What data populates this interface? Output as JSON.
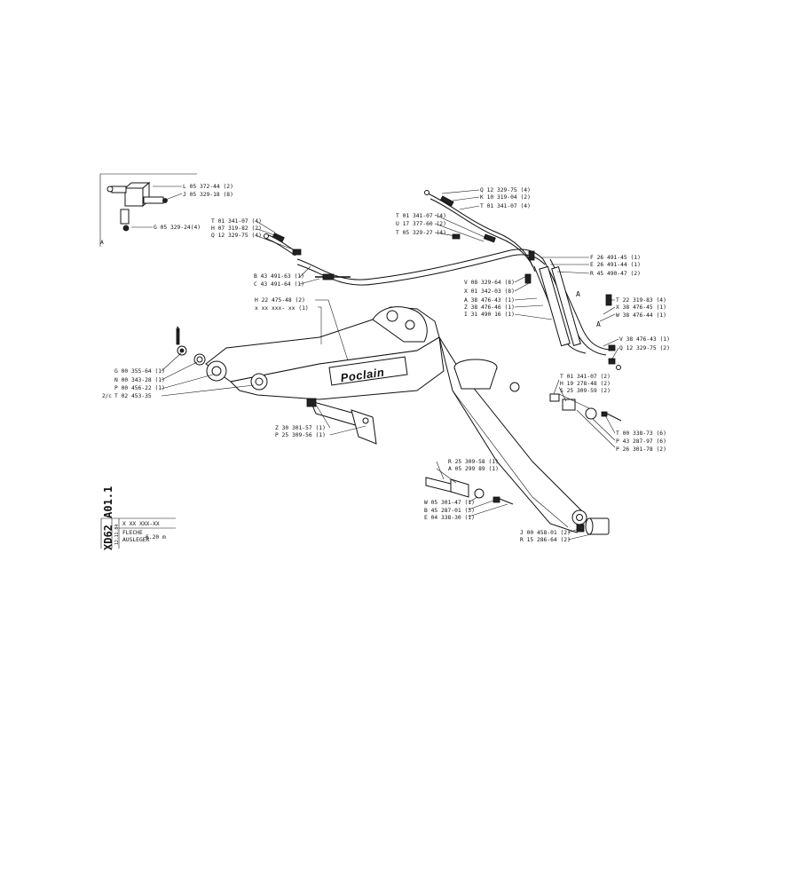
{
  "inset": {
    "corner_label": "A",
    "callouts": [
      "L 05 372-44 (2)",
      "J 05 329-18 (8)",
      "G 05 329-24(4)"
    ]
  },
  "callouts": {
    "top_left_hose": [
      "T 01 341-07 (4)",
      "H 07 319-82 (2)",
      "Q 12 329-75 (4)"
    ],
    "mid_hose": [
      "B 43 491-63 (1)",
      "C 43 491-64 (1)"
    ],
    "top_center": [
      "Q 12 329-75 (4)",
      "K 10 319-04 (2)",
      "T 01 341-07 (4)"
    ],
    "center_left_upper": [
      "T 01 341-07 (4)",
      "U 17 377-60 (2)",
      "T 05 329-27 (4)"
    ],
    "right_upper": [
      "F 26 491-45 (1)",
      "E 26 491-44 (1)",
      "R 45 490-47 (2)"
    ],
    "right_mid": [
      "V 08 329-64 (8)",
      "X 01 342-03 (8)",
      "A 38 476-43 (1)",
      "Z 38 476-46 (1)",
      "I 31 490 16 (1)"
    ],
    "far_right": [
      "T 22 319-83 (4)",
      "X 38 476-45 (1)",
      "W 38 476-44 (1)"
    ],
    "far_right_lower": [
      "V 38 476-43 (1)",
      "Q 12 329-75 (2)"
    ],
    "boom_label": [
      "H 22 475-48 (2)",
      "x xx xxx- xx (1)"
    ],
    "pin_stack": [
      "G 00 355-64 (1)",
      "N 00 343-28 (1)",
      "P 00 456-22 (1)",
      "T 02 453-35"
    ],
    "pin_stack_prefix": "2/c",
    "boom_pin": [
      "Z 30 301-57 (1)",
      "P 25 309-56 (1)"
    ],
    "right_pins": [
      "T 01 341-07 (2)",
      "H 19 278-48 (2)",
      "S 25 309-59 (2)"
    ],
    "right_pins_lower": [
      "T 00 338-73 (6)",
      "P 43 287-97 (6)",
      "P 26 301-78 (2)"
    ],
    "lower_center": [
      "R 25 309-58 (1)",
      "A 05 299 89 (1)",
      "W 05 301-47 (1)",
      "B 45 287-01 (3)",
      "E 04 338-30 (1)"
    ],
    "lower_right": [
      "J 00 458-01 (2)",
      "R 15 286-64 (2)"
    ],
    "marker_a": "A",
    "marker_a2": "A",
    "marker_1": "1"
  },
  "brand_on_boom": "Poclain",
  "title_block": {
    "sheet_code": "XD62 A01.1",
    "part_pattern": "X XX XXX-XX",
    "name_fr": "FLECHE",
    "name_de": "AUSLEGER",
    "length": "6.20 m",
    "small_note": "12.11.84"
  }
}
